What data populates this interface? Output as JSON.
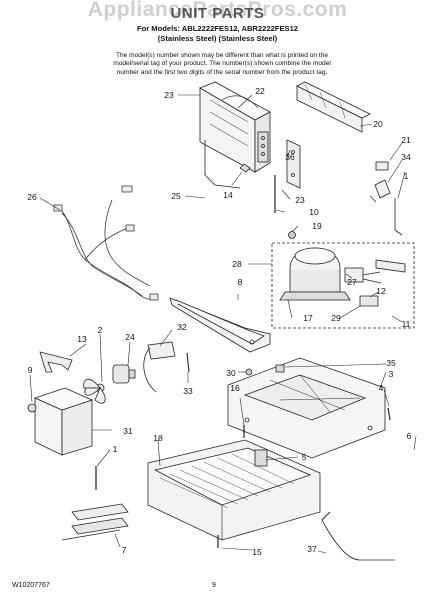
{
  "watermark": "AppliancePartsPros.com",
  "title": "UNIT PARTS",
  "models": {
    "line1": "For Models: ABL2222FES12, ABR2222FES12",
    "line2": "(Stainless Steel) (Stainless Steel)"
  },
  "note": {
    "line1": "The model(s) number shown may be different than what is printed on the",
    "line2": "model/serial tag of your product. The number(s) shown combine the model",
    "line3": "number and the first two digits of the serial number from the product tag."
  },
  "callouts": {
    "c23a": "23",
    "c22": "22",
    "c20": "20",
    "c36": "36",
    "c21": "21",
    "c34": "34",
    "c1a": "1",
    "c26": "26",
    "c14": "14",
    "c25": "25",
    "c23b": "23",
    "c10": "10",
    "c19": "19",
    "c28": "28",
    "c27": "27",
    "c8": "8",
    "c12": "12",
    "c17": "17",
    "c29": "29",
    "c11": "11",
    "c32": "32",
    "c13": "13",
    "c2": "2",
    "c24": "24",
    "c9": "9",
    "c33": "33",
    "c30": "30",
    "c35": "35",
    "c3": "3",
    "c16": "16",
    "c4": "4",
    "c18": "18",
    "c31": "31",
    "c5": "5",
    "c1b": "1",
    "c6": "6",
    "c7": "7",
    "c15": "15",
    "c37": "37"
  },
  "footer": {
    "doc_number": "W10207767",
    "page": "9"
  }
}
